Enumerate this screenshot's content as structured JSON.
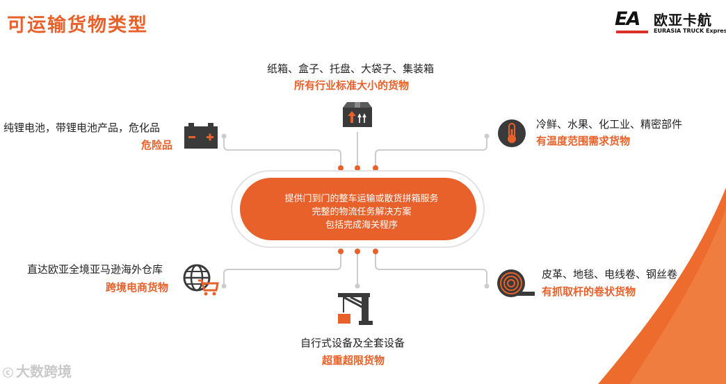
{
  "page_title": "可运输货物类型",
  "logo": {
    "mark": "EA",
    "brand_cn": "欧亚卡航",
    "brand_en": "EURASIA TRUCK Express"
  },
  "center": {
    "lines": [
      "提供门到门的整车运输或散货拼箱服务",
      "完整的物流任务解决方案",
      "包括完成海关程序"
    ]
  },
  "categories": [
    {
      "items": "纸箱、盒子、托盘、大袋子、集装箱",
      "name": "所有行业标准大小的货物",
      "icon": "box-icon"
    },
    {
      "items": "纯锂电池，带锂电池产品，危化品",
      "name": "危险品",
      "icon": "battery-icon"
    },
    {
      "items": "冷鲜、水果、化工业、精密部件",
      "name": "有温度范围需求货物",
      "icon": "thermometer-icon"
    },
    {
      "items": "直达欧亚全境亚马逊海外仓库",
      "name": "跨境电商货物",
      "icon": "globe-cart-icon"
    },
    {
      "items": "皮革、地毯、电线卷、钢丝卷",
      "name": "有抓取杆的卷状货物",
      "icon": "roll-icon"
    },
    {
      "items": "自行式设备及全套设备",
      "name": "超重超限货物",
      "icon": "crane-icon"
    }
  ],
  "watermark": "大数跨境",
  "colors": {
    "accent": "#e8602a",
    "icon_dark": "#3a3a3a",
    "line_gray": "#cccccc"
  }
}
